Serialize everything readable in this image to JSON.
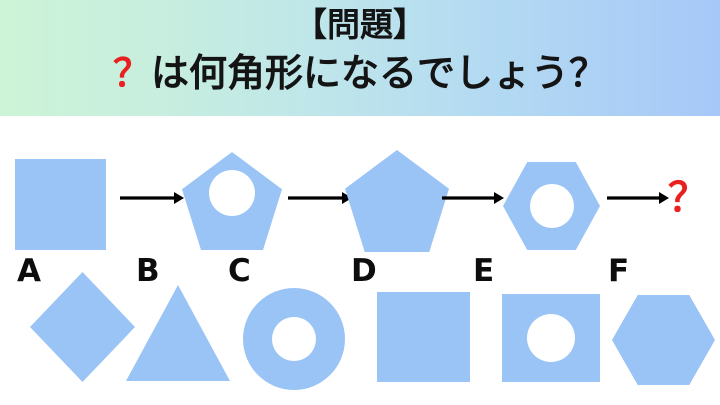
{
  "header": {
    "title": "【問題】",
    "question_mark": "？",
    "question_text": "は何角形になるでしょう？",
    "gradient_start": "#cdf4d7",
    "gradient_end": "#a6c8f8"
  },
  "colors": {
    "shape_fill": "#9ac4f5",
    "hole_fill": "#ffffff",
    "accent_red": "#e8201f",
    "arrow_black": "#000000",
    "label_black": "#0d0d0d",
    "background": "#ffffff"
  },
  "sequence": {
    "items": [
      {
        "id": "seq-1",
        "shape": "square",
        "filled": true,
        "hole": false,
        "sides": 4
      },
      {
        "id": "seq-2",
        "shape": "pentagon",
        "filled": true,
        "hole": true,
        "sides": 5
      },
      {
        "id": "seq-3",
        "shape": "pentagon",
        "filled": true,
        "hole": false,
        "sides": 5
      },
      {
        "id": "seq-4",
        "shape": "hexagon",
        "filled": true,
        "hole": true,
        "sides": 6
      },
      {
        "id": "seq-5",
        "shape": "question",
        "label": "？"
      }
    ],
    "arrow_glyph": "arrow-right-icon",
    "arrow_count": 4,
    "final_label": "？"
  },
  "options": [
    {
      "letter": "A",
      "shape": "diamond",
      "hole": false,
      "description": "rotated square (diamond)"
    },
    {
      "letter": "B",
      "shape": "triangle",
      "hole": false,
      "description": "triangle"
    },
    {
      "letter": "C",
      "shape": "ring",
      "hole": true,
      "description": "circle with hole (ring)"
    },
    {
      "letter": "D",
      "shape": "square",
      "hole": false,
      "description": "filled square"
    },
    {
      "letter": "E",
      "shape": "square",
      "hole": true,
      "description": "square with hole"
    },
    {
      "letter": "F",
      "shape": "hexagon",
      "hole": false,
      "description": "filled hexagon"
    }
  ]
}
